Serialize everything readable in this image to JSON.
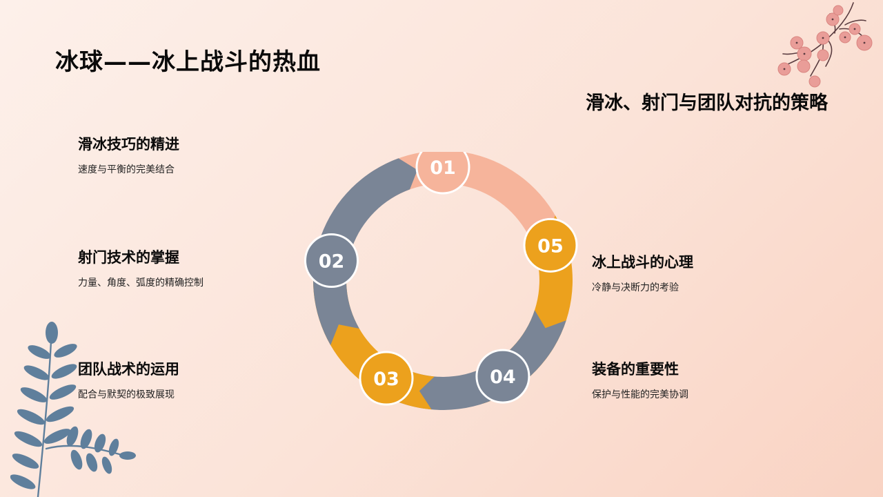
{
  "title": "冰球——冰上战斗的热血",
  "subtitle": "滑冰、射门与团队对抗的策略",
  "colors": {
    "salmon": "#f6b49b",
    "slate": "#7a8596",
    "amber": "#eca11d",
    "leaf": "#5f7f9c",
    "berry": "#e99d98"
  },
  "steps": [
    {
      "num": "01",
      "title": "滑冰技巧的精进",
      "desc": "速度与平衡的完美结合"
    },
    {
      "num": "02",
      "title": "射门技术的掌握",
      "desc": "力量、角度、弧度的精确控制"
    },
    {
      "num": "03",
      "title": "团队战术的运用",
      "desc": "配合与默契的极致展现"
    },
    {
      "num": "04",
      "title": "装备的重要性",
      "desc": "保护与性能的完美协调"
    },
    {
      "num": "05",
      "title": "冰上战斗的心理",
      "desc": "冷静与决断力的考验"
    }
  ]
}
